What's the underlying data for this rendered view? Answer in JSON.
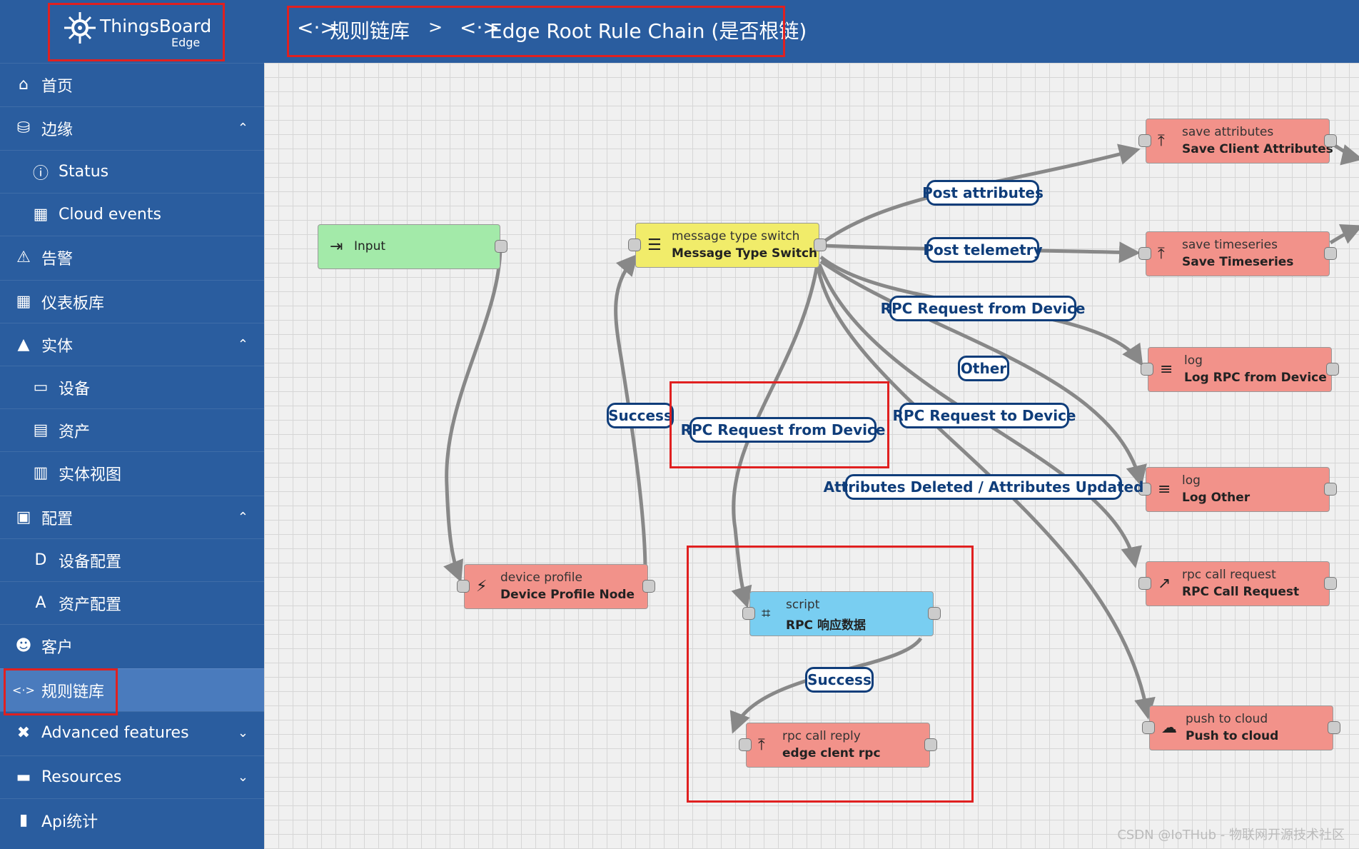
{
  "app": {
    "brand": "ThingsBoard",
    "sub": "Edge"
  },
  "breadcrumb": {
    "first": "规则链库",
    "sep": ">",
    "second": "Edge Root Rule Chain (是否根链)",
    "icon": "<·>"
  },
  "sidebar": {
    "items": [
      {
        "label": "首页",
        "icon": "home-icon",
        "glyph": "⌂",
        "chev": ""
      },
      {
        "label": "边缘",
        "icon": "router-icon",
        "glyph": "⛁",
        "chev": "⌃"
      },
      {
        "label": "Status",
        "icon": "info-icon",
        "glyph": "ⓘ",
        "chev": ""
      },
      {
        "label": "Cloud events",
        "icon": "calendar-icon",
        "glyph": "▦",
        "chev": ""
      },
      {
        "label": "告警",
        "icon": "warning-icon",
        "glyph": "⚠",
        "chev": ""
      },
      {
        "label": "仪表板库",
        "icon": "dashboard-icon",
        "glyph": "▦",
        "chev": ""
      },
      {
        "label": "实体",
        "icon": "entity-icon",
        "glyph": "▲",
        "chev": "⌃"
      },
      {
        "label": "设备",
        "icon": "device-icon",
        "glyph": "▭",
        "chev": ""
      },
      {
        "label": "资产",
        "icon": "asset-icon",
        "glyph": "▤",
        "chev": ""
      },
      {
        "label": "实体视图",
        "icon": "entity-view-icon",
        "glyph": "▥",
        "chev": ""
      },
      {
        "label": "配置",
        "icon": "profile-icon",
        "glyph": "▣",
        "chev": "⌃"
      },
      {
        "label": "设备配置",
        "icon": "device-profile-icon",
        "glyph": "D",
        "chev": ""
      },
      {
        "label": "资产配置",
        "icon": "asset-profile-icon",
        "glyph": "A",
        "chev": ""
      },
      {
        "label": "客户",
        "icon": "customers-icon",
        "glyph": "☻",
        "chev": ""
      },
      {
        "label": "规则链库",
        "icon": "rule-chain-icon",
        "glyph": "<·>",
        "chev": ""
      },
      {
        "label": "Advanced features",
        "icon": "tools-icon",
        "glyph": "✖",
        "chev": "⌄"
      },
      {
        "label": "Resources",
        "icon": "folder-icon",
        "glyph": "▬",
        "chev": "⌄"
      },
      {
        "label": "Api统计",
        "icon": "stats-icon",
        "glyph": "▮",
        "chev": ""
      }
    ]
  },
  "nodes": {
    "input": {
      "type": "",
      "name": "Input",
      "icon": "input-icon",
      "glyph": "⇥"
    },
    "mts": {
      "type": "message type switch",
      "name": "Message Type Switch",
      "icon": "filter-icon",
      "glyph": "☰"
    },
    "dp": {
      "type": "device profile",
      "name": "Device Profile Node",
      "icon": "bolt-icon",
      "glyph": "⚡"
    },
    "script": {
      "type": "script",
      "name": "RPC 响应数据",
      "icon": "transform-icon",
      "glyph": "⌗"
    },
    "rpcreply": {
      "type": "rpc call reply",
      "name": "edge clent rpc",
      "icon": "reply-icon",
      "glyph": "⤒"
    },
    "saveattr": {
      "type": "save attributes",
      "name": "Save Client Attributes",
      "icon": "upload-icon",
      "glyph": "⤒"
    },
    "savets": {
      "type": "save timeseries",
      "name": "Save Timeseries",
      "icon": "upload-icon",
      "glyph": "⤒"
    },
    "logrpc": {
      "type": "log",
      "name": "Log RPC from Device",
      "icon": "menu-icon",
      "glyph": "≡"
    },
    "logother": {
      "type": "log",
      "name": "Log Other",
      "icon": "menu-icon",
      "glyph": "≡"
    },
    "rpcreq": {
      "type": "rpc call request",
      "name": "RPC Call Request",
      "icon": "arrow-icon",
      "glyph": "↗"
    },
    "push": {
      "type": "push to cloud",
      "name": "Push to cloud",
      "icon": "cloud-upload-icon",
      "glyph": "☁"
    }
  },
  "labels": {
    "post_attributes": "Post attributes",
    "post_telemetry": "Post telemetry",
    "rpc_from_device_1": "RPC Request from Device",
    "other": "Other",
    "success_1": "Success",
    "rpc_from_device_2": "RPC Request from Device",
    "rpc_to_device": "RPC Request to Device",
    "attrs_deleted_updated": "Attributes Deleted / Attributes Updated",
    "success_2": "Success"
  },
  "watermark": "CSDN @IoTHub - 物联网开源技术社区",
  "colors": {
    "sidebar": "#2a5d9f",
    "input": "#a3eaa9",
    "switch": "#f1ec6a",
    "action": "#f2928a",
    "script": "#79cef1",
    "label_border": "#0f3d7a",
    "highlight": "#e02020"
  }
}
